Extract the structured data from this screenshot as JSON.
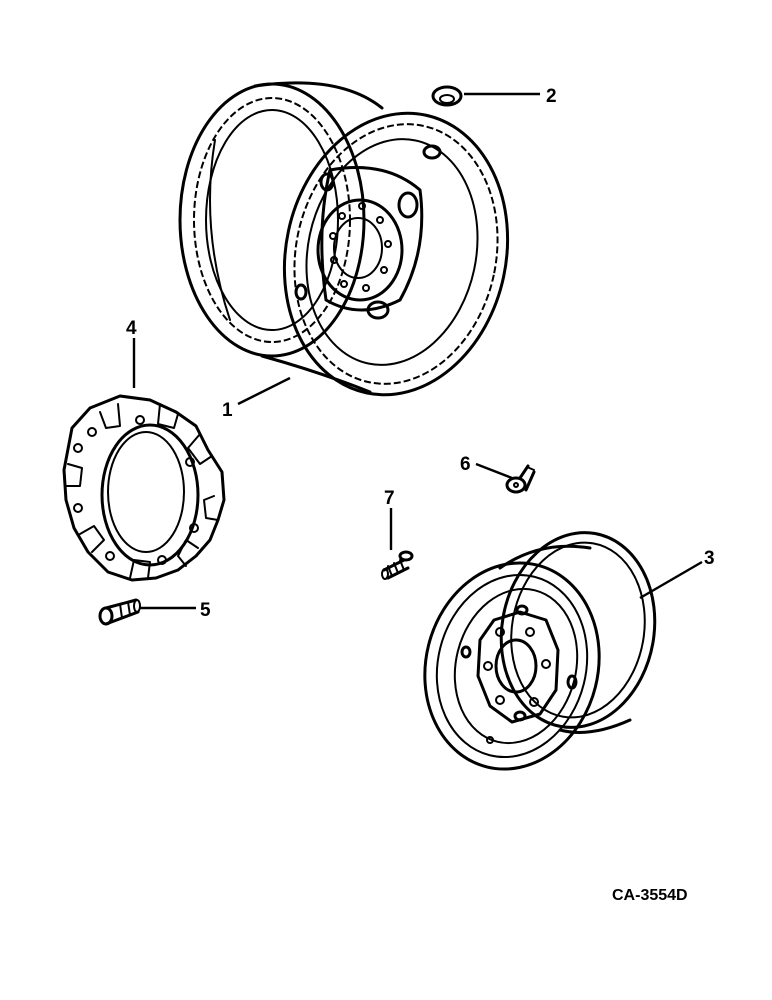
{
  "callouts": [
    {
      "id": "1",
      "text": "1"
    },
    {
      "id": "2",
      "text": "2"
    },
    {
      "id": "3",
      "text": "3"
    },
    {
      "id": "4",
      "text": "4"
    },
    {
      "id": "5",
      "text": "5"
    },
    {
      "id": "6",
      "text": "6"
    },
    {
      "id": "7",
      "text": "7"
    }
  ],
  "drawing_id": "CA-3554D"
}
